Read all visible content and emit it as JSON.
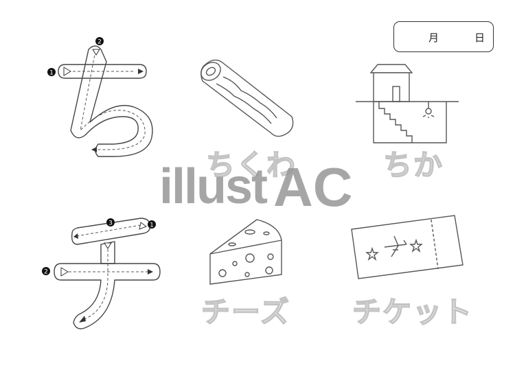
{
  "date_box": {
    "month": "月",
    "day": "日"
  },
  "chi_hiragana": {
    "char": "ち",
    "step_1": "1",
    "step_2": "2"
  },
  "chi_katakana": {
    "char": "チ",
    "step_1": "1",
    "step_2": "2",
    "step_3": "3"
  },
  "words": {
    "chikuwa": "ちくわ",
    "chika": "ちか",
    "cheese": "チーズ",
    "ticket": "チケット"
  },
  "watermark": {
    "illust": "illust",
    "ac": "AC"
  }
}
